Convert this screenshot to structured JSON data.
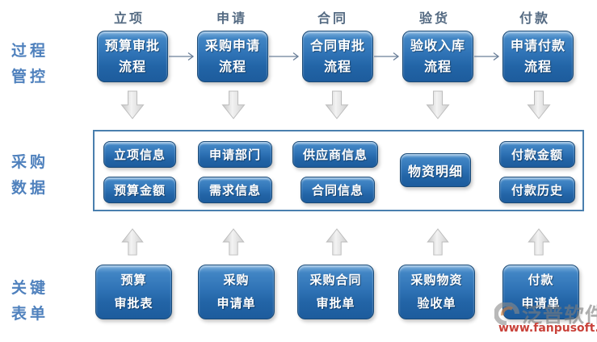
{
  "stage_headers": [
    "立项",
    "申请",
    "合同",
    "验货",
    "付款"
  ],
  "row_labels": {
    "process_control": {
      "line1": "过程",
      "line2": "管控"
    },
    "procurement_data": {
      "line1": "采购",
      "line2": "数据"
    },
    "key_forms": {
      "line1": "关键",
      "line2": "表单"
    }
  },
  "process_boxes": [
    {
      "line1": "预算审批",
      "line2": "流程"
    },
    {
      "line1": "采购申请",
      "line2": "流程"
    },
    {
      "line1": "合同审批",
      "line2": "流程"
    },
    {
      "line1": "验收入库",
      "line2": "流程"
    },
    {
      "line1": "申请付款",
      "line2": "流程"
    }
  ],
  "data_pills": {
    "col1_top": "立项信息",
    "col1_bottom": "预算金额",
    "col2_top": "申请部门",
    "col2_bottom": "需求信息",
    "col3_top": "供应商信息",
    "col3_bottom": "合同信息",
    "col4_center": "物资明细",
    "col5_top": "付款金额",
    "col5_bottom": "付款历史"
  },
  "form_boxes": [
    {
      "line1": "预算",
      "line2": "审批表"
    },
    {
      "line1": "采购",
      "line2": "申请单"
    },
    {
      "line1": "采购合同",
      "line2": "审批单"
    },
    {
      "line1": "采购物资",
      "line2": "验收单"
    },
    {
      "line1": "付款",
      "line2": "申请单"
    }
  ],
  "watermark": {
    "brand": "泛普软件",
    "url": "www.fanpusoft.com"
  },
  "colors": {
    "box_blue_top": "#7db0dd",
    "box_blue_mid": "#2f73b6",
    "box_blue_bottom": "#1d5c9d",
    "box_border": "#1a4a77",
    "row_label_blue": "#4f81bd",
    "header_slate": "#546a82",
    "frame_border": "#4a7fae",
    "block_arrow_fill": "#e4e4e4",
    "connector_slate": "#6b7f99",
    "watermark_gray": "#7d7d7d",
    "watermark_red": "#c9423a"
  }
}
